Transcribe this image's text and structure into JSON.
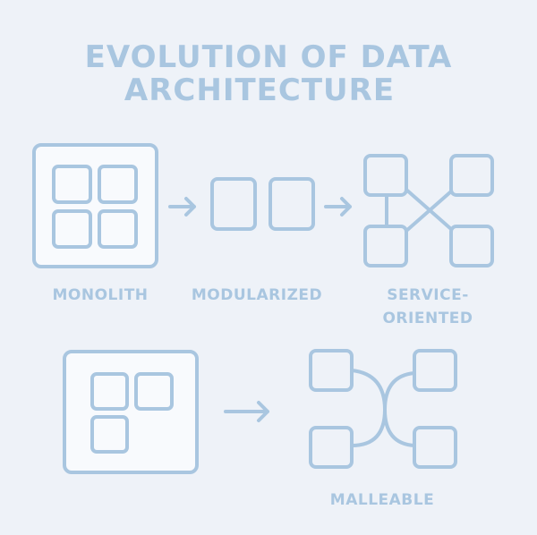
{
  "title": {
    "line1": "EVOLUTION OF DATA",
    "line2": "ARCHITECTURE"
  },
  "stages": {
    "monolith": "MONOLITH",
    "modularized": "MODULARIZED",
    "service_line1": "SERVICE-",
    "service_line2": "ORIENTED",
    "malleable": "MALLEABLE"
  },
  "colors": {
    "accent": "#a9c6e0",
    "background": "#eef2f8"
  }
}
